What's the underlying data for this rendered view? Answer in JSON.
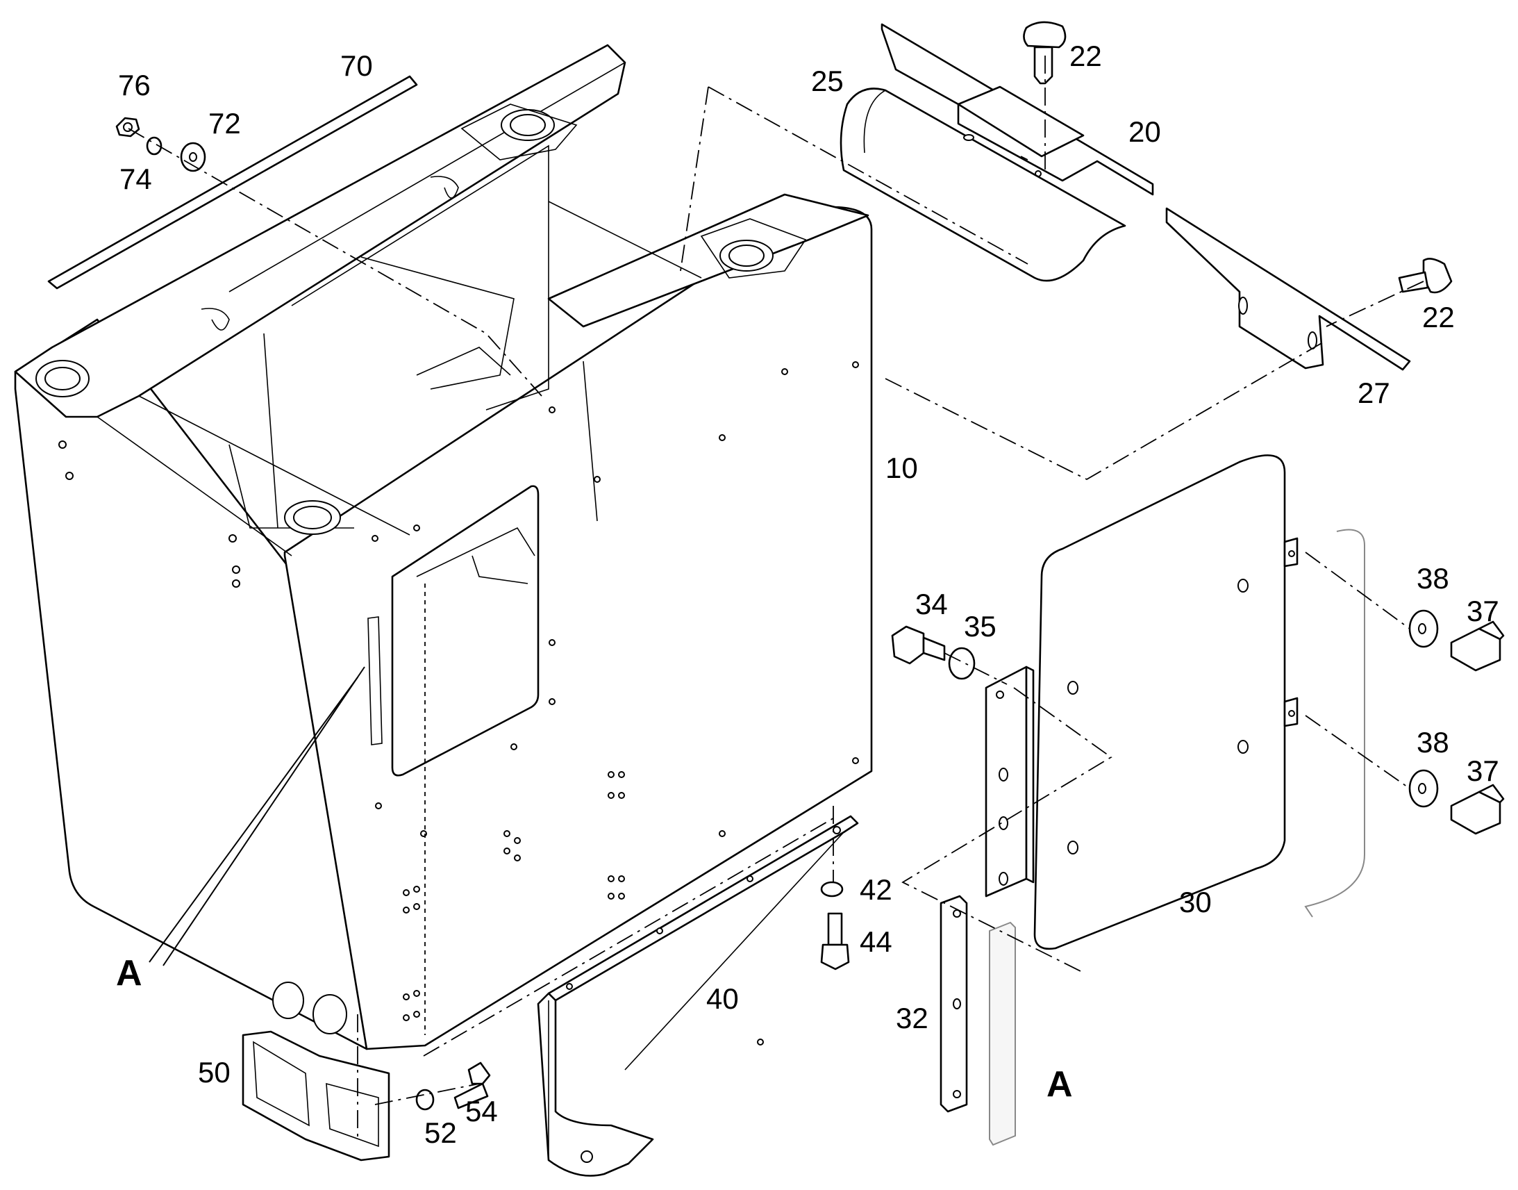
{
  "callouts": {
    "p10": "10",
    "p20": "20",
    "p22_top": "22",
    "p22_right": "22",
    "p25": "25",
    "p27": "27",
    "p30": "30",
    "p32": "32",
    "p34": "34",
    "p35": "35",
    "p37_upper": "37",
    "p37_lower": "37",
    "p38_upper": "38",
    "p38_lower": "38",
    "p40": "40",
    "p42": "42",
    "p44": "44",
    "p50": "50",
    "p52": "52",
    "p54": "54",
    "p70": "70",
    "p72": "72",
    "p74": "74",
    "p76": "76",
    "detail_a_left": "A",
    "detail_a_right": "A"
  }
}
